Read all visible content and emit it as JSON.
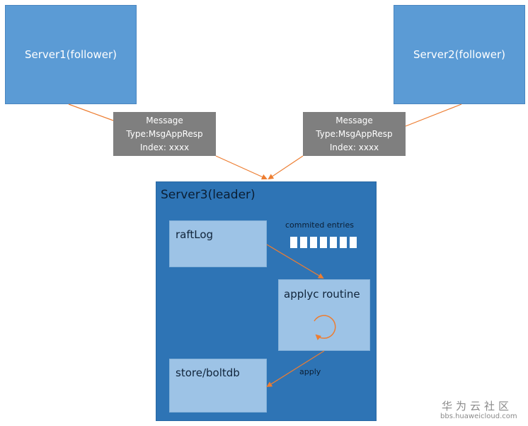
{
  "servers": {
    "server1": "Server1(follower)",
    "server2": "Server2(follower)",
    "leader": "Server3(leader)"
  },
  "messages": [
    {
      "line1": "Message",
      "line2": "Type:MsgAppResp",
      "line3": "Index: xxxx"
    },
    {
      "line1": "Message",
      "line2": "Type:MsgAppResp",
      "line3": "Index: xxxx"
    }
  ],
  "components": {
    "raftlog": "raftLog",
    "applyc": "applyc routine",
    "store": "store/boltdb"
  },
  "labels": {
    "commited": "commited entries",
    "apply": "apply"
  },
  "entries_count": 7,
  "watermark": {
    "cn": "华为云社区",
    "url": "bbs.huaweicloud.com"
  },
  "colors": {
    "follower": "#5b9bd5",
    "leader": "#2e74b5",
    "inner": "#9dc3e6",
    "message": "#7f7f7f",
    "arrow": "#ed7d31"
  }
}
